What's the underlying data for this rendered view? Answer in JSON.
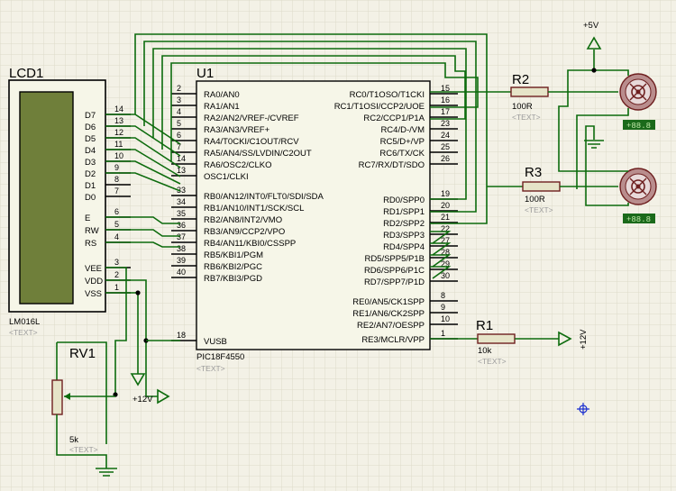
{
  "lcd": {
    "ref": "LCD1",
    "part": "LM016L",
    "text": "<TEXT>",
    "pins": [
      {
        "name": "D7",
        "num": "14"
      },
      {
        "name": "D6",
        "num": "13"
      },
      {
        "name": "D5",
        "num": "12"
      },
      {
        "name": "D4",
        "num": "11"
      },
      {
        "name": "D3",
        "num": "10"
      },
      {
        "name": "D2",
        "num": "9"
      },
      {
        "name": "D1",
        "num": "8"
      },
      {
        "name": "D0",
        "num": "7"
      },
      {
        "name": "E",
        "num": "6"
      },
      {
        "name": "RW",
        "num": "5"
      },
      {
        "name": "RS",
        "num": "4"
      },
      {
        "name": "VEE",
        "num": "3"
      },
      {
        "name": "VDD",
        "num": "2"
      },
      {
        "name": "VSS",
        "num": "1"
      }
    ]
  },
  "mcu": {
    "ref": "U1",
    "part": "PIC18F4550",
    "text": "<TEXT>",
    "left_pins": [
      {
        "name": "RA0/AN0",
        "num": "2"
      },
      {
        "name": "RA1/AN1",
        "num": "3"
      },
      {
        "name": "RA2/AN2/VREF-/CVREF",
        "num": "4"
      },
      {
        "name": "RA3/AN3/VREF+",
        "num": "5"
      },
      {
        "name": "RA4/T0CKI/C1OUT/RCV",
        "num": "6"
      },
      {
        "name": "RA5/AN4/SS/LVDIN/C2OUT",
        "num": "7"
      },
      {
        "name": "RA6/OSC2/CLKO",
        "num": "14"
      },
      {
        "name": "OSC1/CLKI",
        "num": "13"
      },
      {
        "name": "RB0/AN12/INT0/FLT0/SDI/SDA",
        "num": "33"
      },
      {
        "name": "RB1/AN10/INT1/SCK/SCL",
        "num": "34"
      },
      {
        "name": "RB2/AN8/INT2/VMO",
        "num": "35"
      },
      {
        "name": "RB3/AN9/CCP2/VPO",
        "num": "36"
      },
      {
        "name": "RB4/AN11/KBI0/CSSPP",
        "num": "37"
      },
      {
        "name": "RB5/KBI1/PGM",
        "num": "38"
      },
      {
        "name": "RB6/KBI2/PGC",
        "num": "39"
      },
      {
        "name": "RB7/KBI3/PGD",
        "num": "40"
      },
      {
        "name": "VUSB",
        "num": "18"
      }
    ],
    "right_pins": [
      {
        "name": "RC0/T1OSO/T1CKI",
        "num": "15"
      },
      {
        "name": "RC1/T1OSI/CCP2/UOE",
        "num": "16"
      },
      {
        "name": "RC2/CCP1/P1A",
        "num": "17"
      },
      {
        "name": "RC4/D-/VM",
        "num": "23"
      },
      {
        "name": "RC5/D+/VP",
        "num": "24"
      },
      {
        "name": "RC6/TX/CK",
        "num": "25"
      },
      {
        "name": "RC7/RX/DT/SDO",
        "num": "26"
      },
      {
        "name": "RD0/SPP0",
        "num": "19"
      },
      {
        "name": "RD1/SPP1",
        "num": "20"
      },
      {
        "name": "RD2/SPP2",
        "num": "21"
      },
      {
        "name": "RD3/SPP3",
        "num": "22"
      },
      {
        "name": "RD4/SPP4",
        "num": "27"
      },
      {
        "name": "RD5/SPP5/P1B",
        "num": "28"
      },
      {
        "name": "RD6/SPP6/P1C",
        "num": "29"
      },
      {
        "name": "RD7/SPP7/P1D",
        "num": "30"
      },
      {
        "name": "RE0/AN5/CK1SPP",
        "num": "8"
      },
      {
        "name": "RE1/AN6/CK2SPP",
        "num": "9"
      },
      {
        "name": "RE2/AN7/OESPP",
        "num": "10"
      },
      {
        "name": "RE3/MCLR/VPP",
        "num": "1"
      }
    ]
  },
  "r1": {
    "ref": "R1",
    "value": "10k",
    "text": "<TEXT>"
  },
  "r2": {
    "ref": "R2",
    "value": "100R",
    "text": "<TEXT>"
  },
  "r3": {
    "ref": "R3",
    "value": "100R",
    "text": "<TEXT>"
  },
  "rv1": {
    "ref": "RV1",
    "value": "5k",
    "text": "<TEXT>"
  },
  "motor1": {
    "readout": "+88.8"
  },
  "motor2": {
    "readout": "+88.8"
  },
  "power": {
    "vcc5": "+5V",
    "v12_right": "+12V",
    "v12_bottom": "+12V"
  },
  "colors": {
    "wire": "#0d6b0d",
    "component": "#6e1f1f",
    "body": "#f6f6e8",
    "lcd_screen": "#6f7f3a",
    "background": "#f3f1e6",
    "grid": "#dedbc9",
    "readout": "#1b6a1b"
  }
}
